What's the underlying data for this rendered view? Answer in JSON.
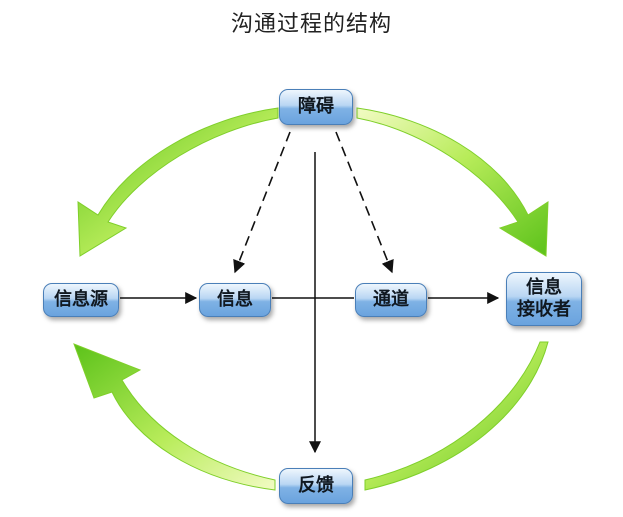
{
  "title": "沟通过程的结构",
  "nodes": {
    "barrier": "障碍",
    "source": "信息源",
    "message": "信息",
    "channel": "通道",
    "receiver_line1": "信息",
    "receiver_line2": "接收者",
    "feedback": "反馈"
  },
  "colors": {
    "node_fill_top": "#eef6fd",
    "node_fill_bottom": "#6aa3de",
    "node_border": "#4a7fb8",
    "curved_arrow_light": "#e6f8a0",
    "curved_arrow_dark": "#5cc21a",
    "connector": "#111111"
  }
}
